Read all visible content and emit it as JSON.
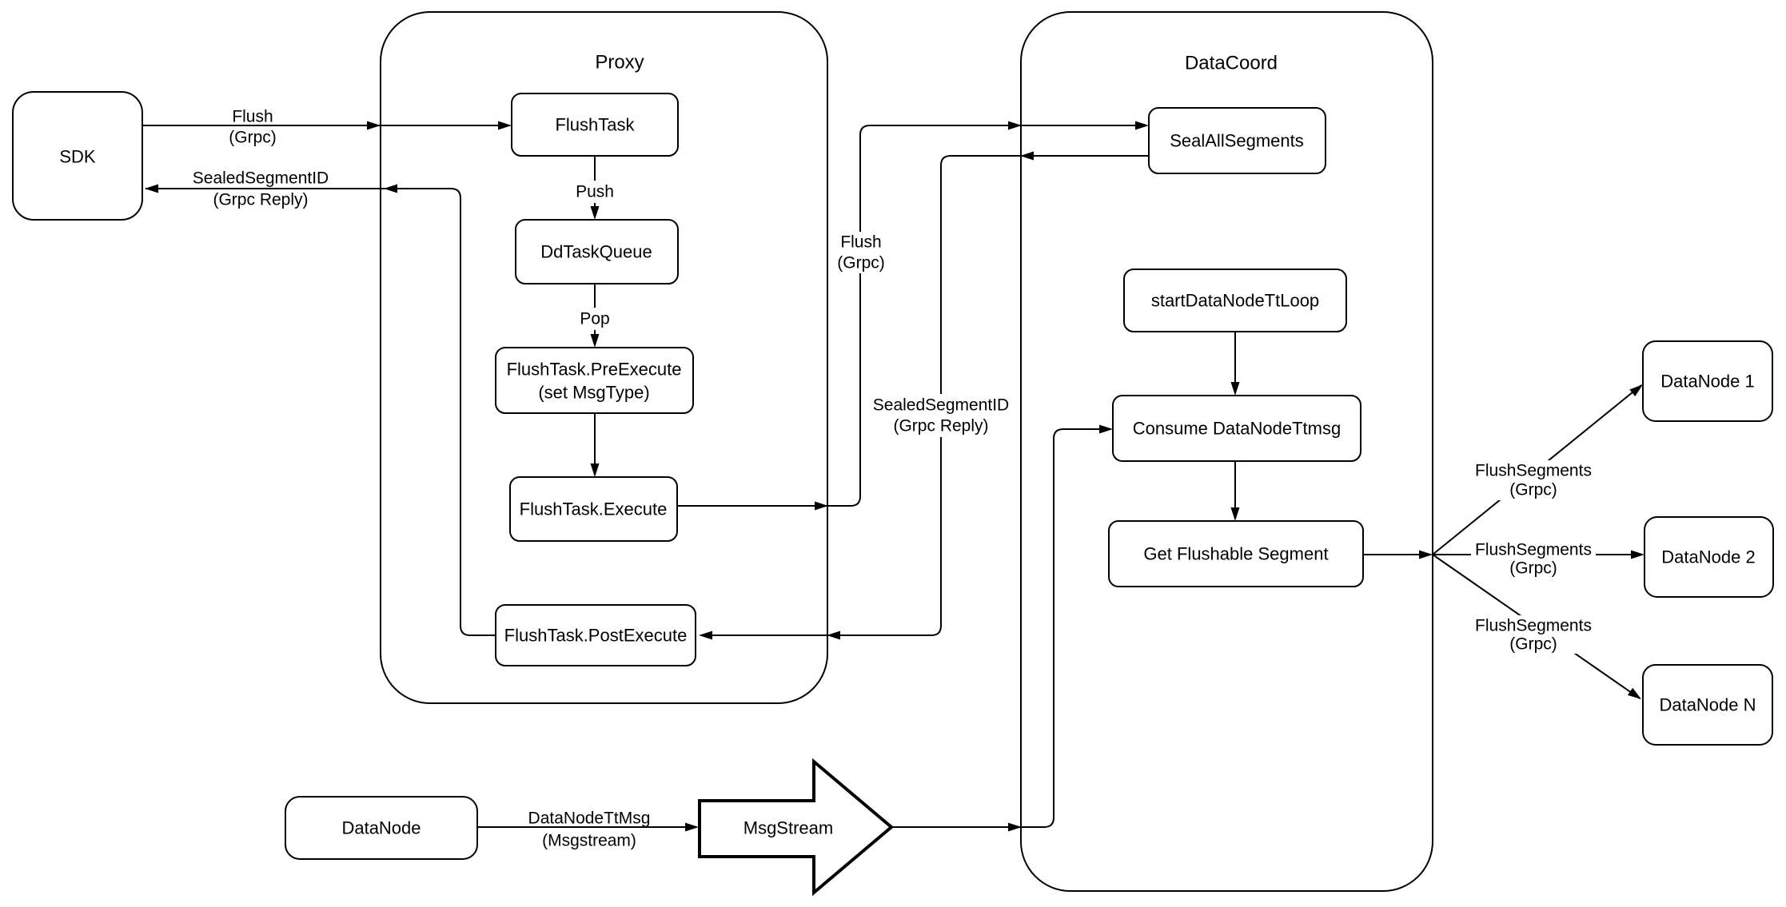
{
  "containers": {
    "proxy": "Proxy",
    "datacoord": "DataCoord"
  },
  "nodes": {
    "sdk": "SDK",
    "flush_task": "FlushTask",
    "dd_task_queue": "DdTaskQueue",
    "pre_execute_line1": "FlushTask.PreExecute",
    "pre_execute_line2": "(set MsgType)",
    "execute": "FlushTask.Execute",
    "post_execute": "FlushTask.PostExecute",
    "seal_all_segments": "SealAllSegments",
    "start_datanode_tt_loop": "startDataNodeTtLoop",
    "consume_datanode_ttmsg": "Consume DataNodeTtmsg",
    "get_flushable_segment": "Get Flushable Segment",
    "datanode_1": "DataNode 1",
    "datanode_2": "DataNode 2",
    "datanode_n": "DataNode N",
    "datanode": "DataNode",
    "msgstream": "MsgStream"
  },
  "edge_labels": {
    "flush_grpc_sdk": {
      "line1": "Flush",
      "line2": "(Grpc)"
    },
    "sealed_segment_id_sdk": {
      "line1": "SealedSegmentID",
      "line2": "(Grpc Reply)"
    },
    "push": "Push",
    "pop": "Pop",
    "flush_grpc_datacoord": {
      "line1": "Flush",
      "line2": "(Grpc)"
    },
    "sealed_segment_id_datacoord": {
      "line1": "SealedSegmentID",
      "line2": "(Grpc Reply)"
    },
    "datanode_ttmsg": {
      "line1": "DataNodeTtMsg",
      "line2": "(Msgstream)"
    },
    "flush_segments_1": {
      "line1": "FlushSegments",
      "line2": "(Grpc)"
    },
    "flush_segments_2": {
      "line1": "FlushSegments",
      "line2": "(Grpc)"
    },
    "flush_segments_3": {
      "line1": "FlushSegments",
      "line2": "(Grpc)"
    }
  },
  "colors": {
    "stroke": "#000000",
    "node_fill": "#ffffff",
    "background": "#ffffff"
  }
}
